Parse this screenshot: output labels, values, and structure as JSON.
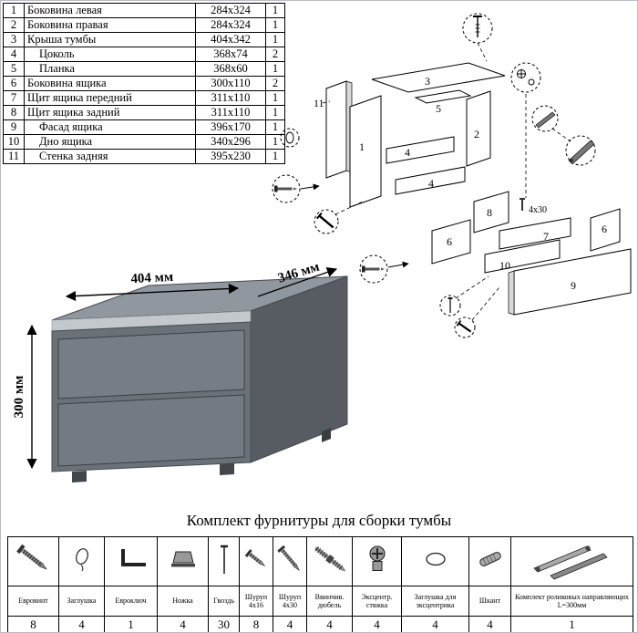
{
  "parts_table": {
    "rows": [
      {
        "num": "1",
        "name": "Боковина левая",
        "size": "284x324",
        "qty": "1"
      },
      {
        "num": "2",
        "name": "Боковина правая",
        "size": "284x324",
        "qty": "1"
      },
      {
        "num": "3",
        "name": "Крыша тумбы",
        "size": "404x342",
        "qty": "1"
      },
      {
        "num": "4",
        "name": "Цоколь",
        "size": "368x74",
        "qty": "2"
      },
      {
        "num": "5",
        "name": "Планка",
        "size": "368x60",
        "qty": "1"
      },
      {
        "num": "6",
        "name": "Боковина ящика",
        "size": "300x110",
        "qty": "2"
      },
      {
        "num": "7",
        "name": "Щит ящика передний",
        "size": "311x110",
        "qty": "1"
      },
      {
        "num": "8",
        "name": "Щит ящика задний",
        "size": "311x110",
        "qty": "1"
      },
      {
        "num": "9",
        "name": "Фасад ящика",
        "size": "396x170",
        "qty": "1"
      },
      {
        "num": "10",
        "name": "Дно ящика",
        "size": "340x296",
        "qty": "1"
      },
      {
        "num": "11",
        "name": "Стенка задняя",
        "size": "395x230",
        "qty": "1"
      }
    ]
  },
  "dimensions": {
    "width": "404 мм",
    "depth": "346 мм",
    "height": "300 мм"
  },
  "diagram": {
    "l1": "1",
    "l2": "2",
    "l3": "3",
    "l4a": "4",
    "l4b": "4",
    "l5": "5",
    "l6a": "6",
    "l6b": "6",
    "l7": "7",
    "l8": "8",
    "l9": "9",
    "l10": "10",
    "l11": "11",
    "screw_size": "4x30"
  },
  "hardware": {
    "title": "Комплект фурнитуры для сборки тумбы",
    "items": [
      {
        "name": "Евровинт",
        "qty": "8"
      },
      {
        "name": "Заглушка",
        "qty": "4"
      },
      {
        "name": "Евроключ",
        "qty": "1"
      },
      {
        "name": "Ножка",
        "qty": "4"
      },
      {
        "name": "Гвоздь",
        "qty": "30"
      },
      {
        "name": "Шуруп 4x16",
        "qty": "8"
      },
      {
        "name": "Шуруп 4x30",
        "qty": "4"
      },
      {
        "name": "Ввинчив. дюбель",
        "qty": "4"
      },
      {
        "name": "Эксцентр. стяжка",
        "qty": "4"
      },
      {
        "name": "Заглушка для эксцентрика",
        "qty": "4"
      },
      {
        "name": "Шкант",
        "qty": "4"
      },
      {
        "name": "Комплект роликовых направляющих L=300мм",
        "qty": "1"
      }
    ]
  },
  "colors": {
    "cabinet_front": "#6b7178",
    "cabinet_top": "#91979e",
    "cabinet_side": "#575c62",
    "cabinet_slab_edge": "#c4c8cc",
    "drawer_front": "#777d85"
  }
}
